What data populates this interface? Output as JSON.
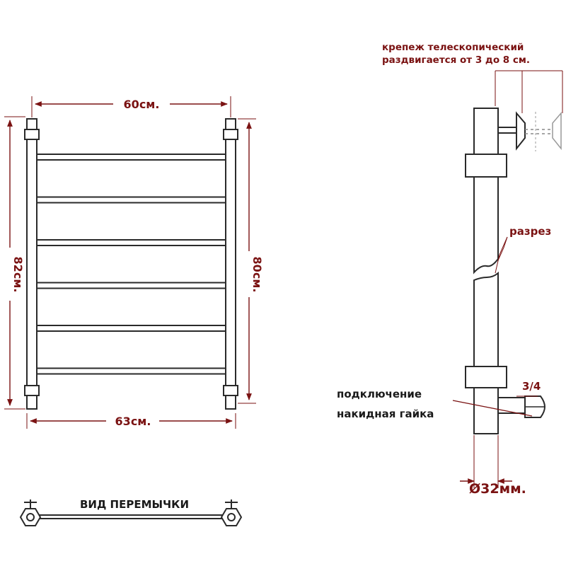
{
  "colors": {
    "dimension": "#7a1212",
    "outline": "#2a2a2a",
    "background": "#ffffff"
  },
  "front_view": {
    "crossbar_count": 6,
    "width_top": "60см.",
    "width_bottom": "63см.",
    "height_left": "82см.",
    "height_right": "80см."
  },
  "side_view": {
    "mount_label_line1": "крепеж телескопический",
    "mount_label_line2": "раздвигается от 3 до 8 см.",
    "cut_label": "разрез",
    "connection_line1": "подключение",
    "connection_line2": "накидная гайка",
    "thread_label": "3/4",
    "diameter_label": "Ø32мм."
  },
  "jumper_view": {
    "label": "ВИД ПЕРЕМЫЧКИ"
  }
}
